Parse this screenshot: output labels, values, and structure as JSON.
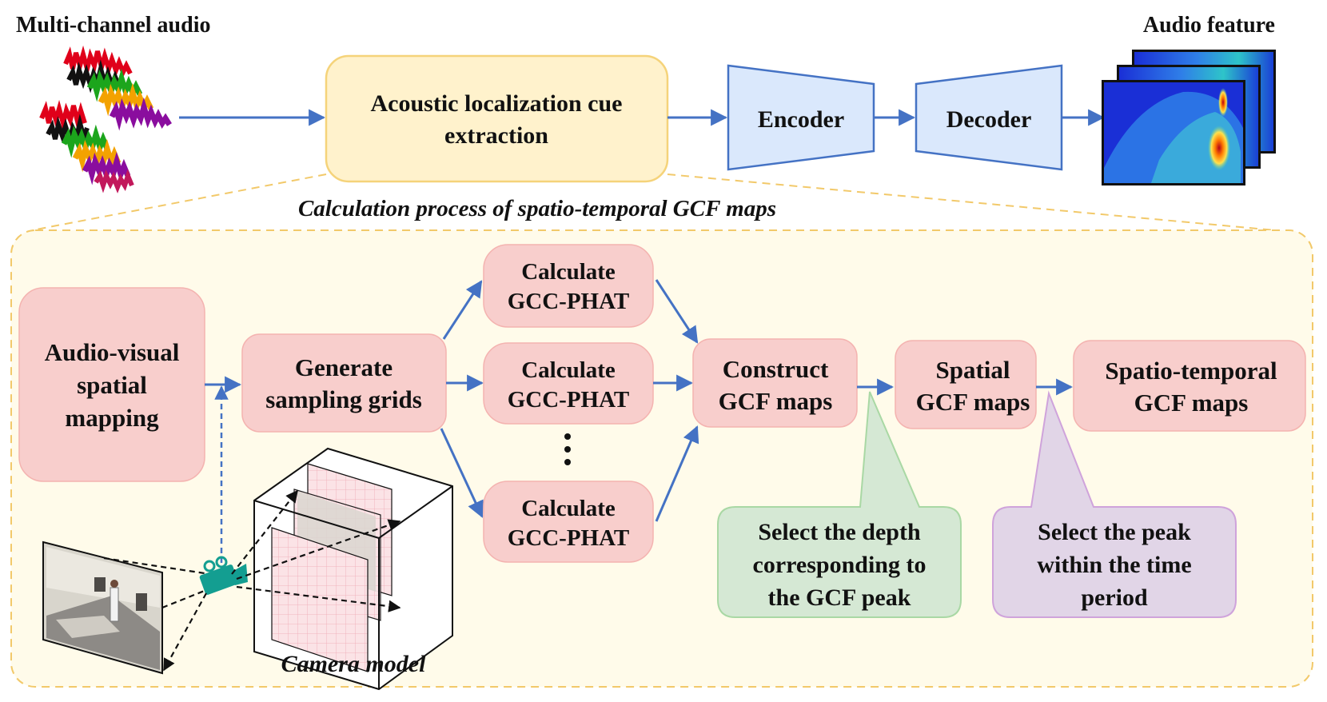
{
  "top": {
    "input_label": "Multi-channel audio",
    "cue_box_line1": "Acoustic localization cue",
    "cue_box_line2": "extraction",
    "encoder": "Encoder",
    "decoder": "Decoder",
    "output_label": "Audio feature"
  },
  "panel": {
    "title": "Calculation process of spatio-temporal GCF maps",
    "mapping_line1": "Audio-visual",
    "mapping_line2": "spatial",
    "mapping_line3": "mapping",
    "grids_line1": "Generate",
    "grids_line2": "sampling grids",
    "gcc_line1": "Calculate",
    "gcc_line2": "GCC-PHAT",
    "construct_line1": "Construct",
    "construct_line2": "GCF maps",
    "spatial_line1": "Spatial",
    "spatial_line2": "GCF maps",
    "spatiotemporal_line1": "Spatio-temporal",
    "spatiotemporal_line2": "GCF maps",
    "depth_note_line1": "Select the depth",
    "depth_note_line2": "corresponding to",
    "depth_note_line3": "the GCF peak",
    "peak_note_line1": "Select the peak",
    "peak_note_line2": "within the time",
    "peak_note_line3": "period",
    "camera_label": "Camera model"
  },
  "colors": {
    "arrow": "#4472C4",
    "cue_fill": "#FFF2CC",
    "cue_stroke": "#F5D37A",
    "panel_fill": "#FFFBEA",
    "panel_stroke": "#F2C96A",
    "pink_fill": "#F8CECC",
    "encoder_fill": "#DAE8FC",
    "green_fill": "#D5E8D4",
    "green_stroke": "#A9D8A4",
    "purple_fill": "#E1D5E7",
    "purple_stroke": "#CFA3DB",
    "camera": "#139E91"
  }
}
